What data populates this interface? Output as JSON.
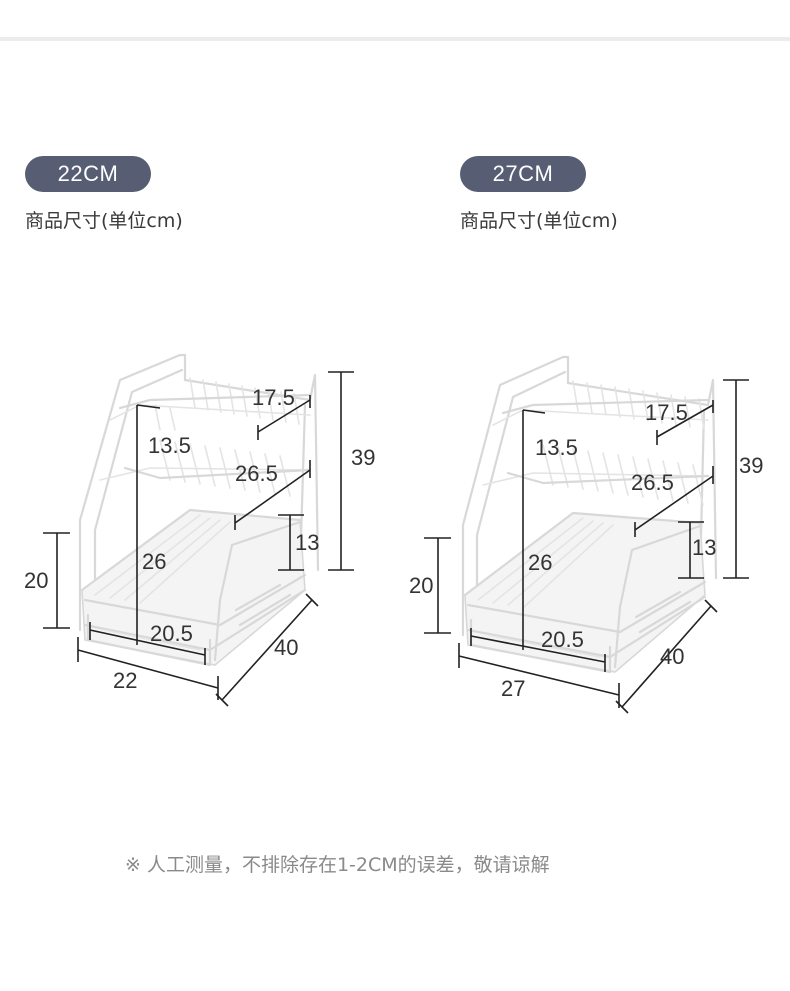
{
  "colors": {
    "pill_background": "#575e74",
    "pill_text": "#ffffff",
    "rule": "#ececec",
    "rack_wire": "#d8d8d8",
    "dimension_line": "#222222",
    "footnote": "#8a8a8a"
  },
  "products": [
    {
      "badge": "22CM",
      "subtitle": "商品尺寸(单位cm)",
      "dims": {
        "top_shelf_depth": "17.5",
        "shelf_gap": "13.5",
        "mid_shelf_depth": "26.5",
        "total_height": "39",
        "drawer_height": "13",
        "rack_height": "26",
        "base_height": "20",
        "drawer_width": "20.5",
        "width": "22",
        "depth": "40"
      }
    },
    {
      "badge": "27CM",
      "subtitle": "商品尺寸(单位cm)",
      "dims": {
        "top_shelf_depth": "17.5",
        "shelf_gap": "13.5",
        "mid_shelf_depth": "26.5",
        "total_height": "39",
        "drawer_height": "13",
        "rack_height": "26",
        "base_height": "20",
        "drawer_width": "20.5",
        "width": "27",
        "depth": "40"
      }
    }
  ],
  "footnote": "※ 人工测量，不排除存在1-2CM的误差，敬请谅解"
}
